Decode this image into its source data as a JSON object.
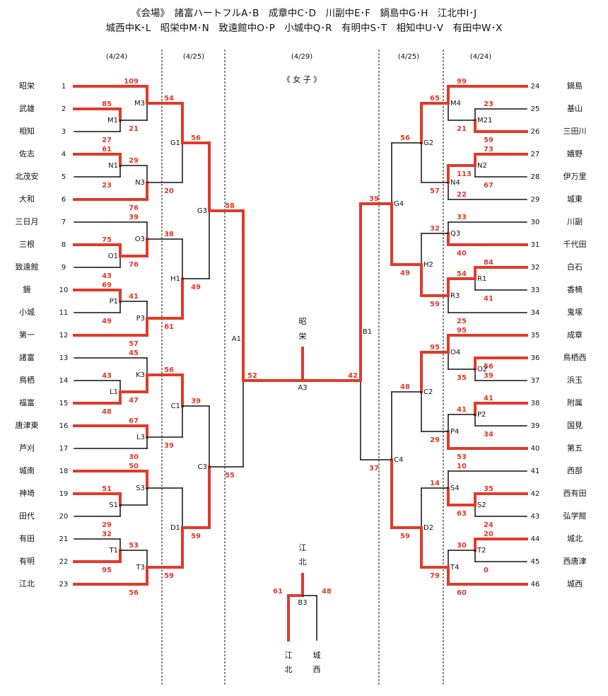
{
  "header": {
    "line1": "《会場》　諸富ハートフルA･B　成章中C･D　川副中E･F　鍋島中G･H　江北中I･J",
    "line2": "城西中K･L　昭栄中M･N　致遠館中O･P　小城中Q･R　有明中S･T　相知中U･V　有田中W･X"
  },
  "dates": [
    "(4/24)",
    "(4/25)",
    "(4/29)",
    "(4/25)",
    "(4/24)"
  ],
  "division": "《 女 子 》",
  "champion": [
    "昭",
    "栄"
  ],
  "third_place": {
    "label": "B3",
    "top": [
      "江",
      "北"
    ],
    "left_team": [
      "江",
      "北"
    ],
    "right_team": [
      "城",
      "西"
    ],
    "left_score": "61",
    "right_score": "48"
  },
  "final": {
    "label": "A3",
    "left_score": "52",
    "right_score": "42"
  },
  "left_teams": [
    {
      "no": "1",
      "name": "昭栄"
    },
    {
      "no": "2",
      "name": "武雄"
    },
    {
      "no": "3",
      "name": "相知"
    },
    {
      "no": "4",
      "name": "佐志"
    },
    {
      "no": "5",
      "name": "北茂安"
    },
    {
      "no": "6",
      "name": "大和"
    },
    {
      "no": "7",
      "name": "三日月"
    },
    {
      "no": "8",
      "name": "三根"
    },
    {
      "no": "9",
      "name": "致遠館"
    },
    {
      "no": "10",
      "name": "鏡"
    },
    {
      "no": "11",
      "name": "小城"
    },
    {
      "no": "12",
      "name": "第一"
    },
    {
      "no": "13",
      "name": "諸富"
    },
    {
      "no": "14",
      "name": "鳥栖"
    },
    {
      "no": "15",
      "name": "福富"
    },
    {
      "no": "16",
      "name": "唐津東"
    },
    {
      "no": "17",
      "name": "芦刈"
    },
    {
      "no": "18",
      "name": "城南"
    },
    {
      "no": "19",
      "name": "神埼"
    },
    {
      "no": "20",
      "name": "田代"
    },
    {
      "no": "21",
      "name": "有田"
    },
    {
      "no": "22",
      "name": "有明"
    },
    {
      "no": "23",
      "name": "江北"
    }
  ],
  "right_teams": [
    {
      "no": "24",
      "name": "鍋島"
    },
    {
      "no": "25",
      "name": "基山"
    },
    {
      "no": "26",
      "name": "三田川"
    },
    {
      "no": "27",
      "name": "嬉野"
    },
    {
      "no": "28",
      "name": "伊万里"
    },
    {
      "no": "29",
      "name": "城東"
    },
    {
      "no": "30",
      "name": "川副"
    },
    {
      "no": "31",
      "name": "千代田"
    },
    {
      "no": "32",
      "name": "白石"
    },
    {
      "no": "33",
      "name": "香楠"
    },
    {
      "no": "34",
      "name": "鬼塚"
    },
    {
      "no": "35",
      "name": "成章"
    },
    {
      "no": "36",
      "name": "鳥栖西"
    },
    {
      "no": "37",
      "name": "浜玉"
    },
    {
      "no": "38",
      "name": "附属"
    },
    {
      "no": "39",
      "name": "国見"
    },
    {
      "no": "40",
      "name": "第五"
    },
    {
      "no": "41",
      "name": "西部"
    },
    {
      "no": "42",
      "name": "西有田"
    },
    {
      "no": "43",
      "name": "弘学館"
    },
    {
      "no": "44",
      "name": "城北"
    },
    {
      "no": "45",
      "name": "西唐津"
    },
    {
      "no": "46",
      "name": "城西"
    }
  ],
  "left_matches": [
    {
      "label": "M1",
      "top": "85",
      "bot": "27",
      "win": "top"
    },
    {
      "label": "M3",
      "top": "109",
      "bot": "21",
      "win": "top"
    },
    {
      "label": "N1",
      "top": "61",
      "bot": "23",
      "win": "top"
    },
    {
      "label": "N3",
      "top": "29",
      "bot": "76",
      "win": "bot"
    },
    {
      "label": "G1",
      "top": "54",
      "bot": "20",
      "win": "top"
    },
    {
      "label": "O1",
      "top": "75",
      "bot": "43",
      "win": "top"
    },
    {
      "label": "O3",
      "top": "39",
      "bot": "76",
      "win": "bot"
    },
    {
      "label": "P1",
      "top": "69",
      "bot": "49",
      "win": "top"
    },
    {
      "label": "P3",
      "top": "41",
      "bot": "57",
      "win": "bot"
    },
    {
      "label": "H1",
      "top": "38",
      "bot": "61",
      "win": "bot"
    },
    {
      "label": "G3",
      "top": "56",
      "bot": "49",
      "win": "top"
    },
    {
      "label": "L1",
      "top": "43",
      "bot": "48",
      "win": "bot"
    },
    {
      "label": "K3",
      "top": "45",
      "bot": "47",
      "win": "bot"
    },
    {
      "label": "L3",
      "top": "67",
      "bot": "30",
      "win": "top"
    },
    {
      "label": "C1",
      "top": "56",
      "bot": "39",
      "win": "top"
    },
    {
      "label": "S1",
      "top": "51",
      "bot": "29",
      "win": "top"
    },
    {
      "label": "S3",
      "top": "50",
      "bot": "",
      "win": "top"
    },
    {
      "label": "T1",
      "top": "32",
      "bot": "95",
      "win": "bot"
    },
    {
      "label": "T3",
      "top": "53",
      "bot": "56",
      "win": "bot"
    },
    {
      "label": "D1",
      "top": "",
      "bot": "59",
      "win": "bot"
    },
    {
      "label": "C3",
      "top": "39",
      "bot": "59",
      "win": "bot"
    },
    {
      "label": "A1",
      "top": "58",
      "bot": "55",
      "win": "top"
    }
  ],
  "right_matches": [
    {
      "label": "M21",
      "top": "23",
      "bot": "59",
      "win": "bot"
    },
    {
      "label": "M4",
      "top": "99",
      "bot": "21",
      "win": "top"
    },
    {
      "label": "N2",
      "top": "73",
      "bot": "67",
      "win": "top"
    },
    {
      "label": "N4",
      "top": "22",
      "bot": "113",
      "win": "bot"
    },
    {
      "label": "G2",
      "top": "65",
      "bot": "57",
      "win": "top"
    },
    {
      "label": "Q3",
      "top": "33",
      "bot": "40",
      "win": "bot"
    },
    {
      "label": "R1",
      "top": "84",
      "bot": "41",
      "win": "top"
    },
    {
      "label": "R3",
      "top": "54",
      "bot": "25",
      "win": "top"
    },
    {
      "label": "H2",
      "top": "32",
      "bot": "59",
      "win": "bot"
    },
    {
      "label": "G4",
      "top": "56",
      "bot": "49",
      "win": "bot"
    },
    {
      "label": "O2",
      "top": "39",
      "bot": "56",
      "win": "bot"
    },
    {
      "label": "O4",
      "top": "95",
      "bot": "35",
      "win": "top"
    },
    {
      "label": "P2",
      "top": "41",
      "bot": "34",
      "win": "top"
    },
    {
      "label": "P4",
      "top": "41",
      "bot": "53",
      "win": "bot"
    },
    {
      "label": "C2",
      "top": "95",
      "bot": "29",
      "win": "top"
    },
    {
      "label": "S2",
      "top": "35",
      "bot": "24",
      "win": "top"
    },
    {
      "label": "S4",
      "top": "10",
      "bot": "63",
      "win": "bot"
    },
    {
      "label": "T2",
      "top": "20",
      "bot": "0",
      "win": "top"
    },
    {
      "label": "T4",
      "top": "30",
      "bot": "60",
      "win": "bot"
    },
    {
      "label": "D2",
      "top": "14",
      "bot": "79",
      "win": "bot"
    },
    {
      "label": "C4",
      "top": "48",
      "bot": "59",
      "win": "bot"
    },
    {
      "label": "B1",
      "top": "39",
      "bot": "37",
      "win": "top"
    }
  ],
  "colors": {
    "line": "#111111",
    "winner": "#e03a2a",
    "score": "#e03a2a"
  }
}
